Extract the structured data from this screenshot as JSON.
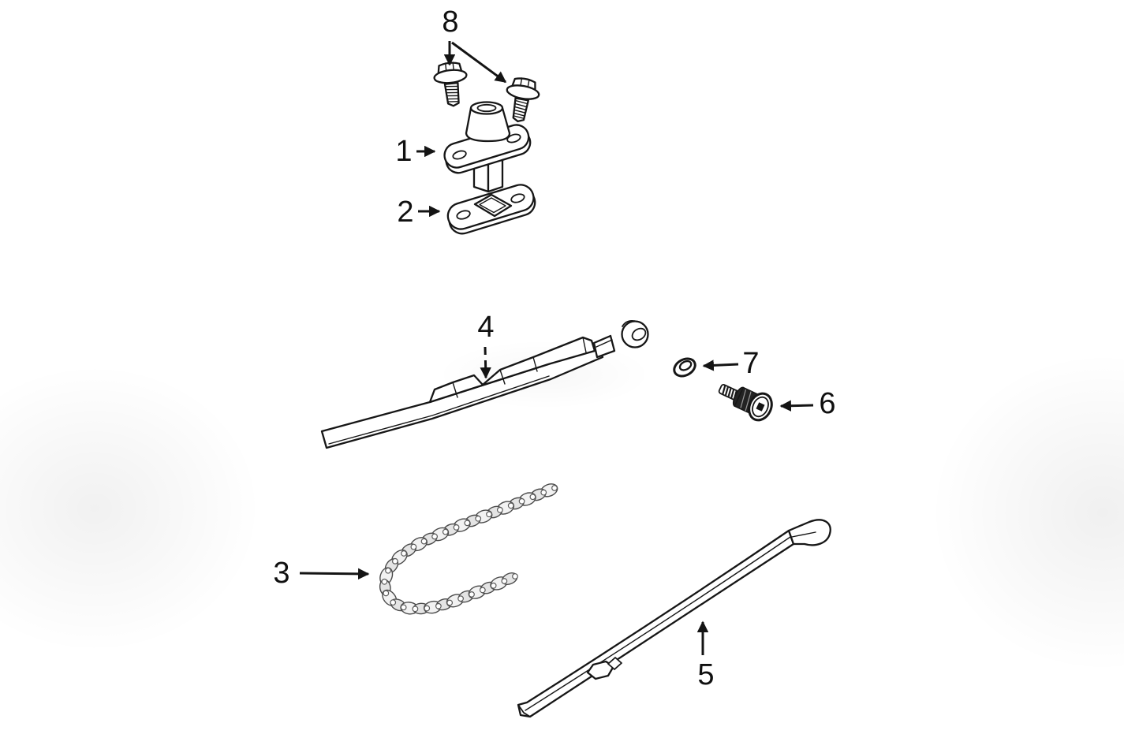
{
  "diagram": {
    "background": "#ffffff",
    "ink": "#161616",
    "chain_plate": "#f2f2f2",
    "chain_plate_alt": "#e4e4e4",
    "dark_fill": "#232323",
    "callouts": {
      "c1": "1",
      "c2": "2",
      "c3": "3",
      "c4": "4",
      "c5": "5",
      "c6": "6",
      "c7": "7",
      "c8": "8"
    }
  }
}
